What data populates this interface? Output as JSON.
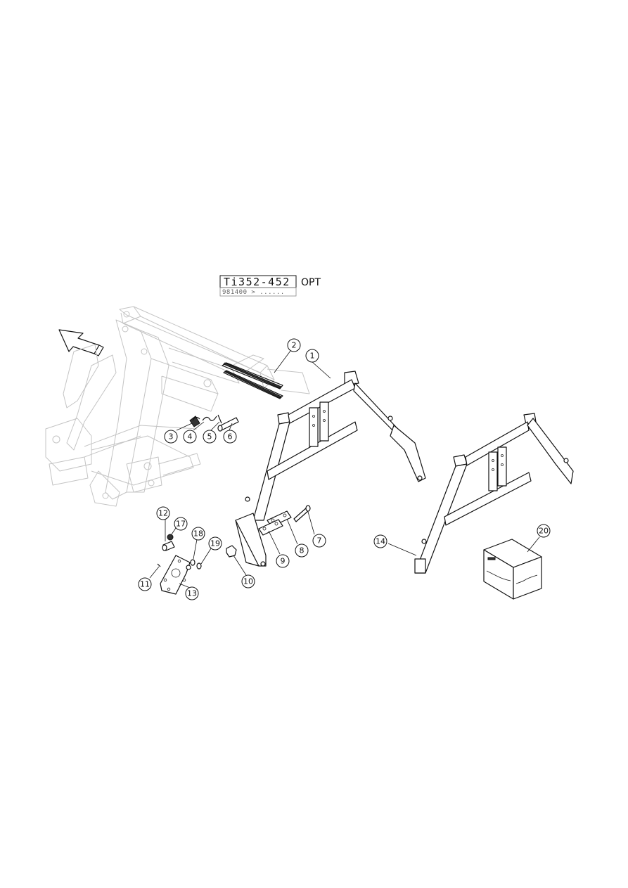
{
  "title_block": {
    "model": "Ti352-452",
    "option": "OPT",
    "serial": "981400 > ......"
  },
  "callouts": [
    {
      "id": "1",
      "label": "1"
    },
    {
      "id": "2",
      "label": "2"
    },
    {
      "id": "3",
      "label": "3"
    },
    {
      "id": "4",
      "label": "4"
    },
    {
      "id": "5",
      "label": "5"
    },
    {
      "id": "6",
      "label": "6"
    },
    {
      "id": "7",
      "label": "7"
    },
    {
      "id": "8",
      "label": "8"
    },
    {
      "id": "9",
      "label": "9"
    },
    {
      "id": "10",
      "label": "10"
    },
    {
      "id": "11",
      "label": "11"
    },
    {
      "id": "12",
      "label": "12"
    },
    {
      "id": "13",
      "label": "13"
    },
    {
      "id": "14",
      "label": "14"
    },
    {
      "id": "17",
      "label": "17"
    },
    {
      "id": "18",
      "label": "18"
    },
    {
      "id": "19",
      "label": "19"
    },
    {
      "id": "20",
      "label": "20"
    }
  ],
  "icons": {
    "direction_arrow": "direction-arrow-icon"
  }
}
